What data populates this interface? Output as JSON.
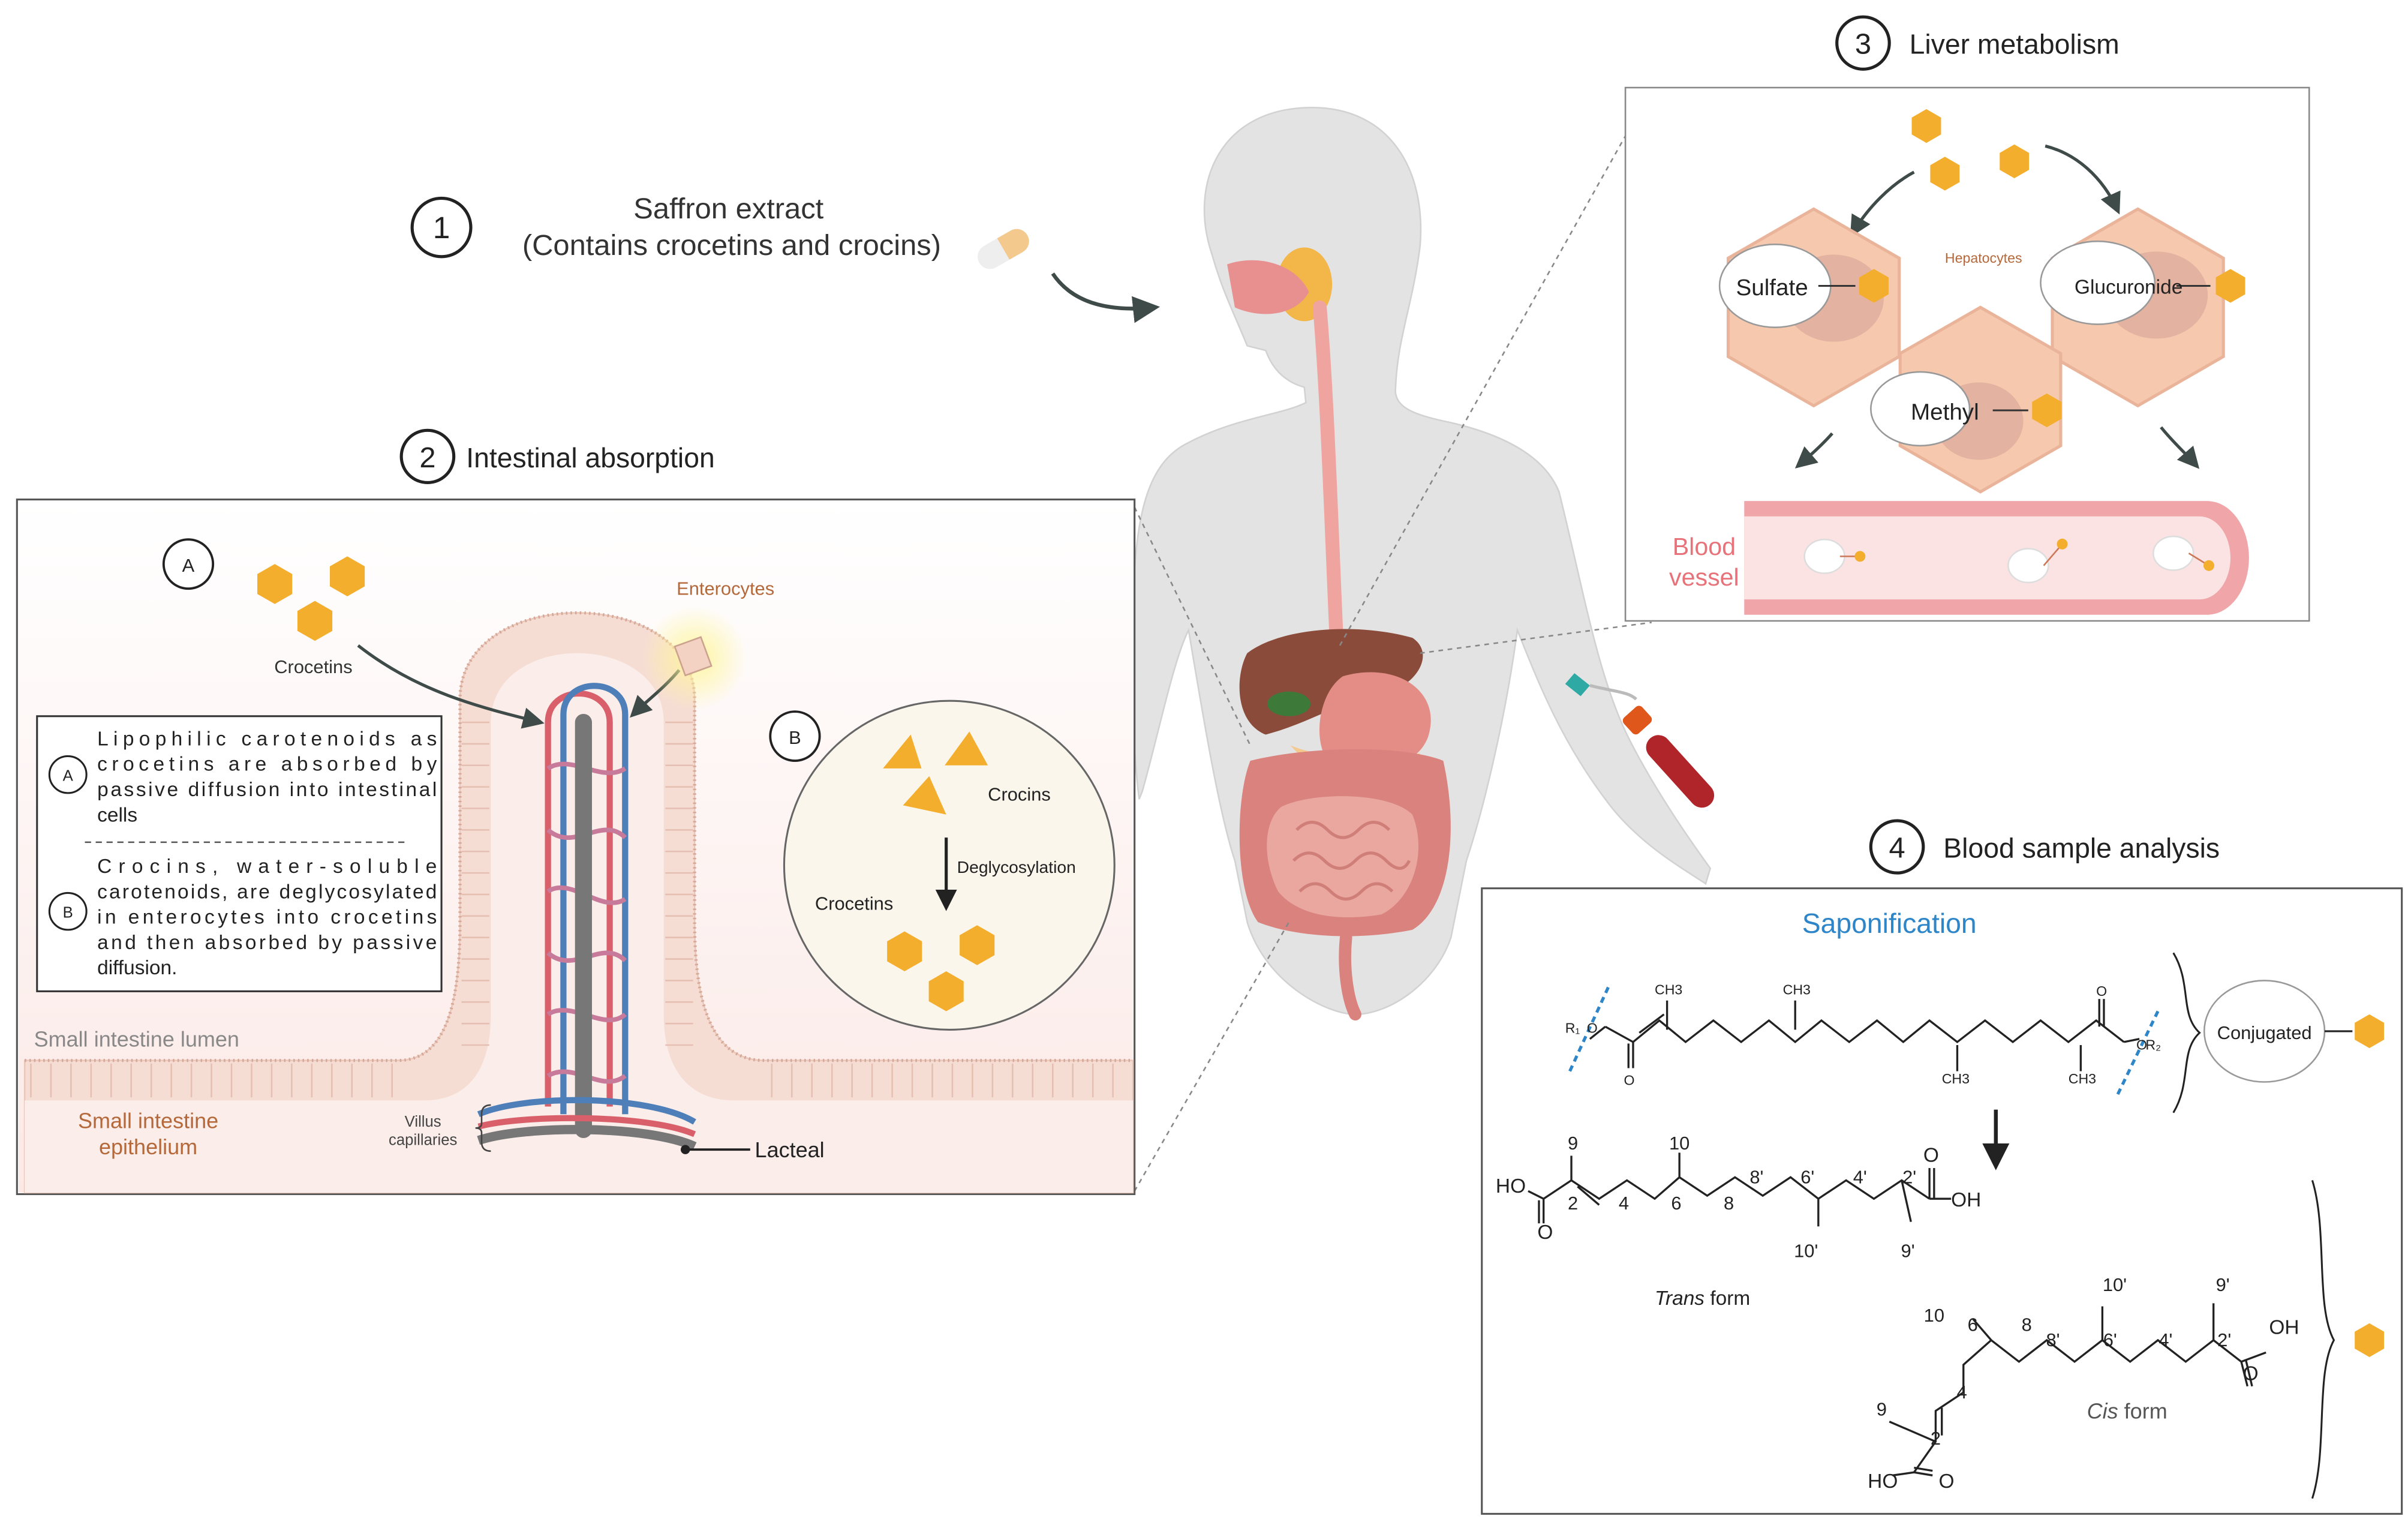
{
  "steps": {
    "s1": {
      "num": "1",
      "line1": "Saffron extract",
      "line2": "(Contains crocetins and crocins)"
    },
    "s2": {
      "num": "2",
      "title": "Intestinal absorption"
    },
    "s3": {
      "num": "3",
      "title": "Liver metabolism"
    },
    "s4": {
      "num": "4",
      "title": "Blood sample analysis"
    }
  },
  "intestine": {
    "marker_a": "A",
    "marker_b": "B",
    "crocetins": "Crocetins",
    "enterocytes": "Enterocytes",
    "lumen": "Small intestine lumen",
    "epithelium_1": "Small intestine",
    "epithelium_2": "epithelium",
    "villus_1": "Villus",
    "villus_2": "capillaries",
    "lacteal": "Lacteal",
    "note_a": [
      "Lipophilic carotenoids as",
      "crocetins are absorbed by",
      "passive diffusion into intestinal",
      "cells"
    ],
    "note_b": [
      "Crocins, water-soluble",
      "carotenoids, are deglycosylated",
      "in enterocytes into crocetins",
      "and then absorbed by passive",
      "diffusion."
    ],
    "zoom_crocins": "Crocins",
    "zoom_deglycosylation": "Deglycosylation",
    "zoom_crocetins": "Crocetins"
  },
  "liver": {
    "hepatocytes": "Hepatocytes",
    "sulfate": "Sulfate",
    "glucuronide": "Glucuronide",
    "methyl": "Methyl",
    "blood_1": "Blood",
    "blood_2": "vessel"
  },
  "analysis": {
    "saponification": "Saponification",
    "conjugated": "Conjugated",
    "ch3": "CH3",
    "o": "O",
    "r1": "R₁",
    "r2": "R₂",
    "ho": "HO",
    "oh": "OH",
    "trans": "Trans",
    "cis": "Cis",
    "form": "form",
    "nums": {
      "n9": "9",
      "n10": "10",
      "n2": "2",
      "n4": "4",
      "n6": "6",
      "n8": "8",
      "n8p": "8'",
      "n6p": "6'",
      "n4p": "4'",
      "n2p": "2'",
      "n10p": "10'",
      "n9p": "9'"
    }
  },
  "colors": {
    "hexagon": "#F4AE2E",
    "hepatocyte": "#F6C9AE",
    "blood": "#E8727A",
    "saponification": "#2E86C8",
    "brown_label": "#B5683A",
    "artery": "#D9606B",
    "vein": "#4E7FB8"
  }
}
